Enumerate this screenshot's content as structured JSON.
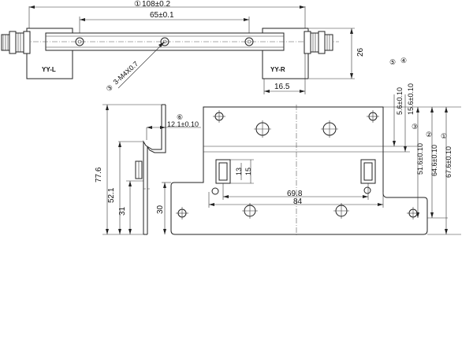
{
  "dims": {
    "overall_length": "108±0.2",
    "overall_marker": "①",
    "hole_pitch": "65±0.1",
    "hole_spec": "3-M4X0.7",
    "hole_spec_marker": "③",
    "end_offset": "16.5",
    "height_26": "26",
    "d_5_6": "5.6±0.10",
    "d_5_6_marker": "⑤",
    "d_15_6": "15.6±0.10",
    "d_15_6_marker": "④",
    "d_51_6": "51.6±0.10",
    "d_51_6_marker": "③",
    "d_64_6": "64.6±0.10",
    "d_64_6_marker": "②",
    "d_67_6": "67.6±0.10",
    "d_67_6_marker": "①",
    "d_12_1": "12.1±0.10",
    "d_12_1_marker": "⑥",
    "d_77_6": "77.6",
    "d_52_1": "52.1",
    "d_31": "31",
    "d_30": "30",
    "d_13": "13",
    "d_15": "15",
    "d_69_8": "69.8",
    "d_84": "84"
  },
  "labels": {
    "left_end": "YY-L",
    "right_end": "YY-R"
  }
}
